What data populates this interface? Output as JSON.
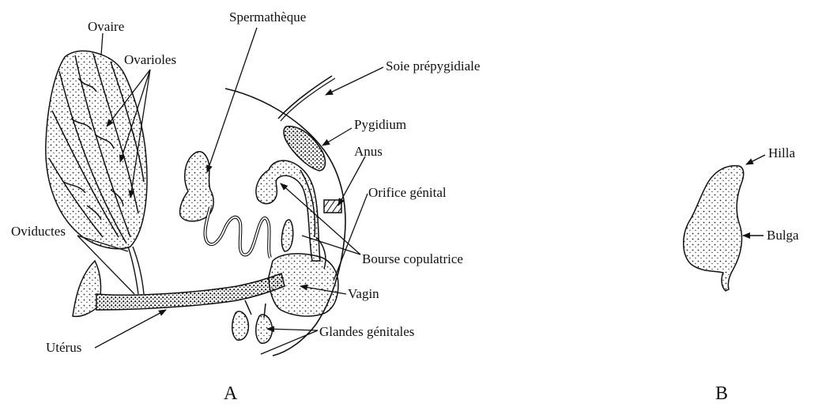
{
  "diagram_a": {
    "letter": "A",
    "labels": {
      "ovaire": "Ovaire",
      "ovarioles": "Ovarioles",
      "spermatheque": "Spermathèque",
      "soie": "Soie prépygidiale",
      "pygidium": "Pygidium",
      "anus": "Anus",
      "orifice": "Orifice génital",
      "oviductes": "Oviductes",
      "bourse": "Bourse copulatrice",
      "vagin": "Vagin",
      "uterus": "Utérus",
      "glandes": "Glandes génitales"
    }
  },
  "diagram_b": {
    "letter": "B",
    "labels": {
      "hilla": "Hilla",
      "bulga": "Bulga"
    }
  }
}
